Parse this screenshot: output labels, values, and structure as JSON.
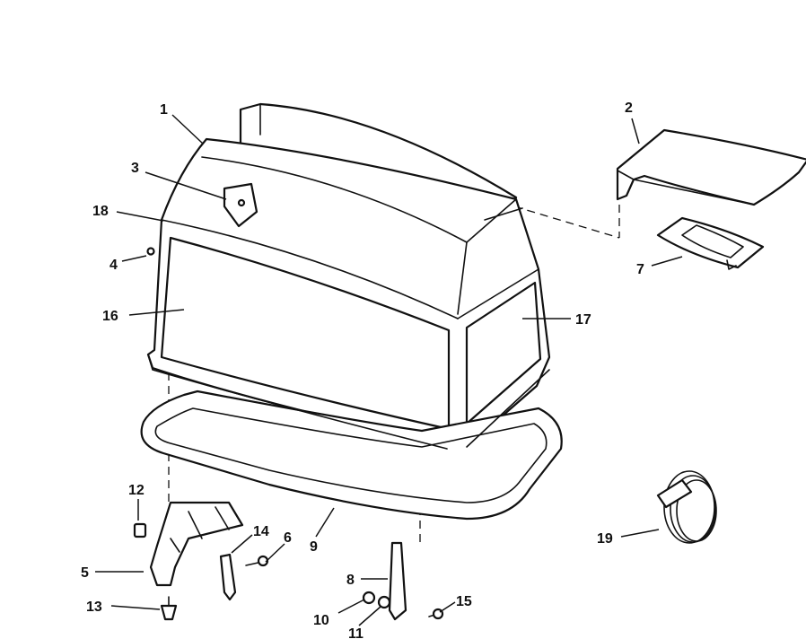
{
  "callouts": {
    "c1": "1",
    "c2": "2",
    "c3": "3",
    "c4": "4",
    "c5": "5",
    "c6": "6",
    "c7": "7",
    "c8": "8",
    "c9": "9",
    "c10": "10",
    "c11": "11",
    "c12": "12",
    "c13": "13",
    "c14": "14",
    "c15": "15",
    "c16": "16",
    "c17": "17",
    "c18": "18",
    "c19": "19"
  },
  "colors": {
    "line": "#111111",
    "background": "#ffffff"
  }
}
